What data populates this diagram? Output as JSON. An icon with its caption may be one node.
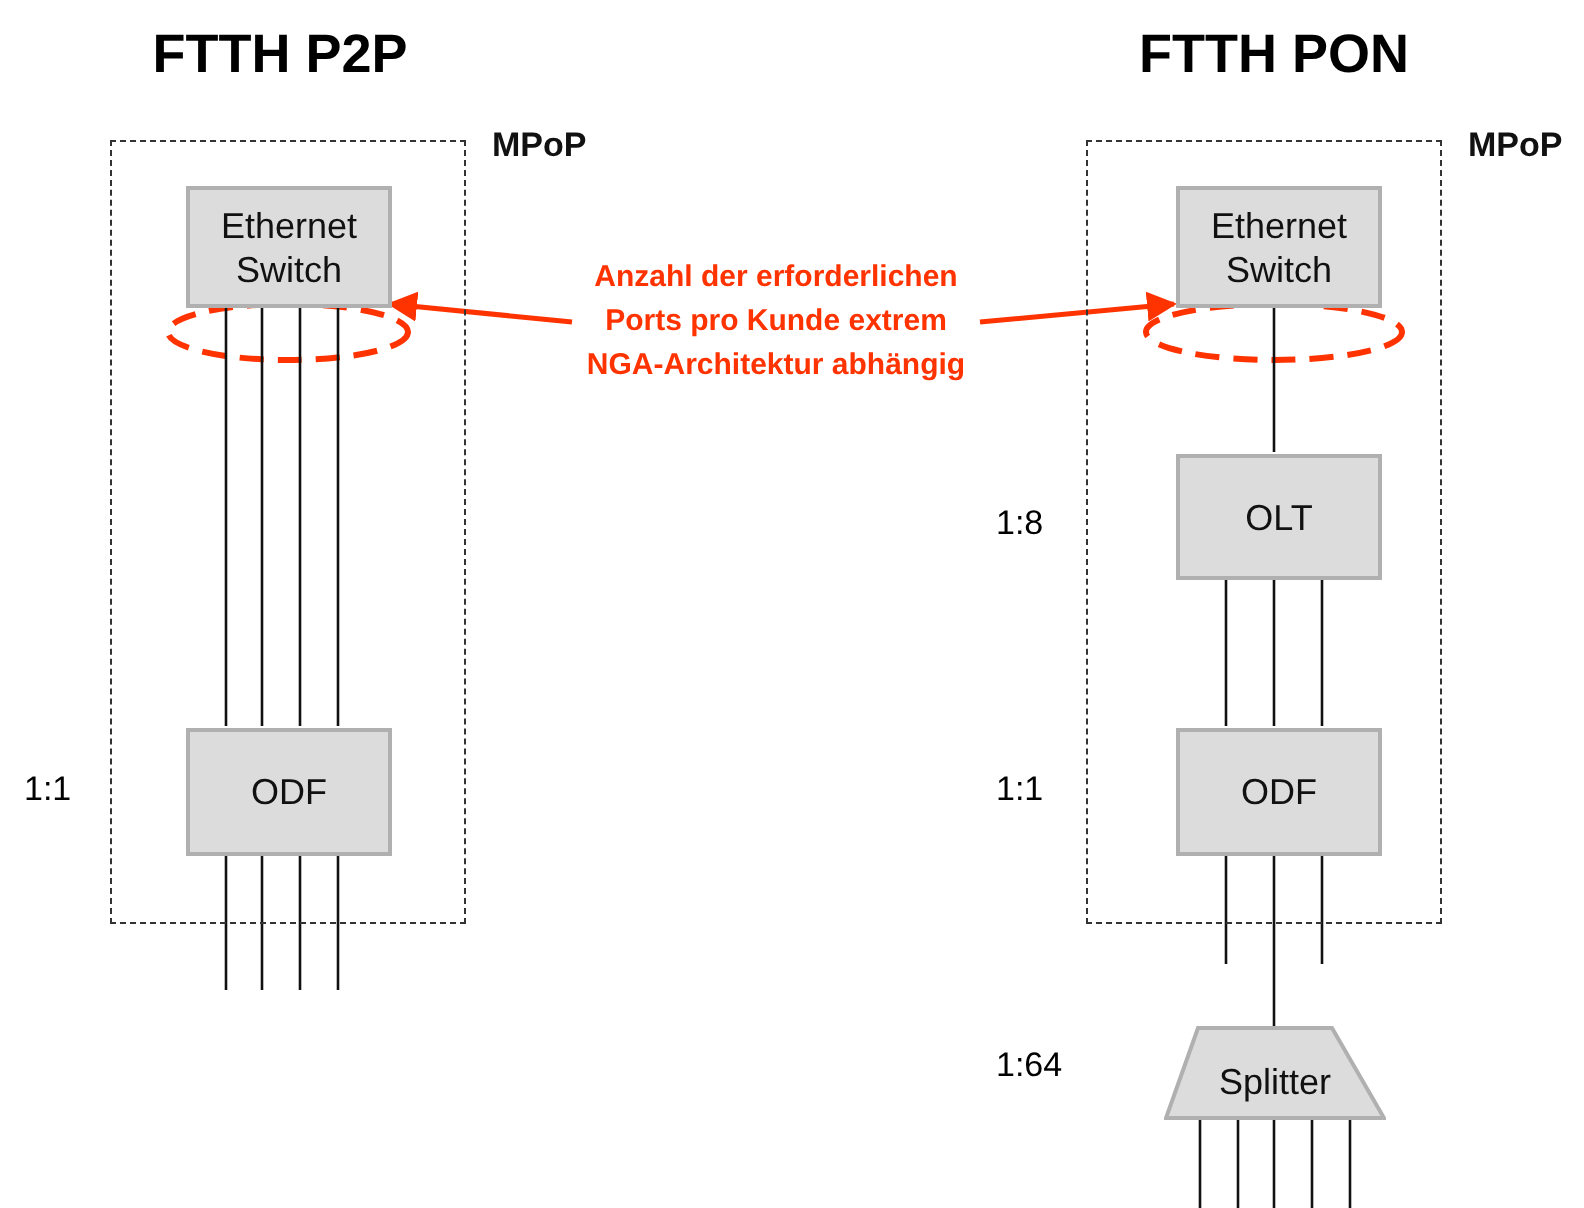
{
  "diagram": {
    "nodes": [
      {
        "text": [
          "MPoP"
        ]
      },
      {
        "text": [
          "Ethernet Switch"
        ],
        "in": 0
      },
      {
        "text": [
          "ODF"
        ],
        "in": 0,
        "beside": [
          "1:1"
        ]
      },
      {
        "text": [
          "Anzahl der erforderlichen Ports pro Kunde extrem NGA-Architektur abhängig"
        ]
      },
      {
        "text": [
          "MPoP"
        ]
      },
      {
        "text": [
          "Ethernet Switch"
        ],
        "in": 4
      },
      {
        "text": [
          "OLT"
        ],
        "in": 4,
        "beside": [
          "1:8"
        ]
      },
      {
        "text": [
          "ODF"
        ],
        "in": 4,
        "beside": [
          "1:1"
        ]
      },
      {
        "text": [
          "Splitter"
        ],
        "beside": [
          "1:64"
        ]
      }
    ],
    "edges": [
      {
        "from": 3,
        "to": 1,
        "arrow": "to",
        "color": "#ff3300"
      },
      {
        "from": 3,
        "to": 5,
        "arrow": "to",
        "color": "#ff3300"
      },
      {
        "from": 1,
        "to": 2,
        "arrow": "none"
      },
      {
        "from": 1,
        "to": 2,
        "arrow": "none"
      },
      {
        "from": 1,
        "to": 2,
        "arrow": "none"
      },
      {
        "from": 1,
        "to": 2,
        "arrow": "none"
      },
      {
        "from": 2,
        "to": null,
        "arrow": "none"
      },
      {
        "from": 2,
        "to": null,
        "arrow": "none"
      },
      {
        "from": 2,
        "to": null,
        "arrow": "none"
      },
      {
        "from": 2,
        "to": null,
        "arrow": "none"
      },
      {
        "from": 5,
        "to": 6,
        "arrow": "none"
      },
      {
        "from": 6,
        "to": 7,
        "arrow": "none"
      },
      {
        "from": 6,
        "to": 7,
        "arrow": "none"
      },
      {
        "from": 6,
        "to": 7,
        "arrow": "none"
      },
      {
        "from": 7,
        "to": null,
        "arrow": "none"
      },
      {
        "from": 7,
        "to": 8,
        "arrow": "none"
      },
      {
        "from": 7,
        "to": null,
        "arrow": "none"
      },
      {
        "from": 8,
        "to": null,
        "arrow": "none"
      },
      {
        "from": 8,
        "to": null,
        "arrow": "none"
      },
      {
        "from": 8,
        "to": null,
        "arrow": "none"
      },
      {
        "from": 8,
        "to": null,
        "arrow": "none"
      },
      {
        "from": 8,
        "to": null,
        "arrow": "none"
      }
    ],
    "labels": [
      "FTTH P2P",
      "FTTH PON"
    ]
  }
}
